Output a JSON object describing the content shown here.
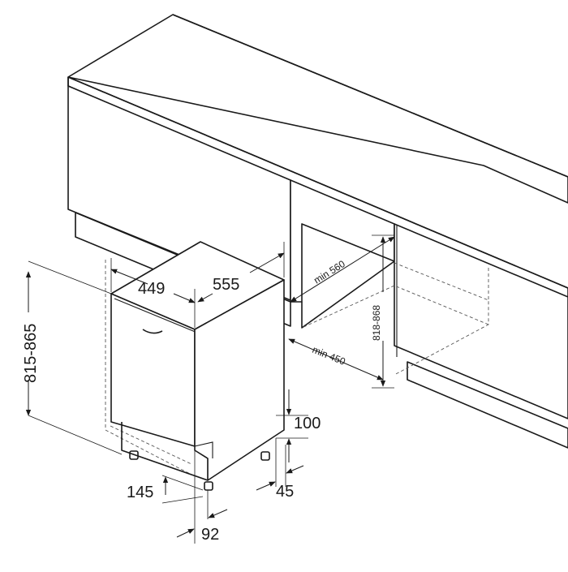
{
  "dimensions": {
    "height": "815-865",
    "width": "449",
    "depth": "555",
    "niche_width": "min 450",
    "niche_depth": "min 560",
    "niche_height": "818-868",
    "plinth_height": "100",
    "plinth_depth": "45",
    "foot_height": "145",
    "door_offset": "92"
  }
}
